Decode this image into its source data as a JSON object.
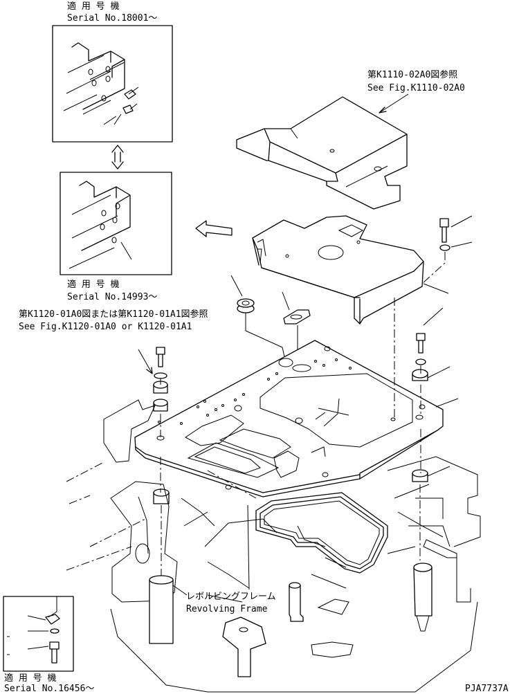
{
  "labels": {
    "top_box_jp": "適 用 号 機",
    "top_box_serial": "Serial No.18001～",
    "mid_box_jp": "適 用 号 機",
    "mid_box_serial": "Serial No.14993～",
    "ref_cover_jp": "第K1110-02A0図参照",
    "ref_cover_en": "See Fig.K1110-02A0",
    "ref_floor_jp": "第K1120-01A0図または第K1120-01A1図参照",
    "ref_floor_en": "See Fig.K1120-01A0 or K1120-01A1",
    "frame_jp": "レボルビングフレーム",
    "frame_en": "Revolving Frame",
    "bottom_box_jp": "適 用 号 機",
    "bottom_box_serial": "Serial No.16456～",
    "drawing_code": "PJA7737A"
  }
}
